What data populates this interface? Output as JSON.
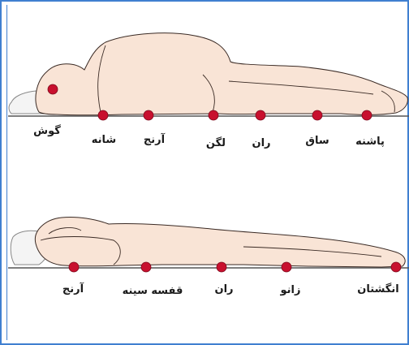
{
  "colors": {
    "frame": "#3f7fd0",
    "body_fill": "#f9e4d6",
    "body_stroke": "#3a2a24",
    "marker": "#c8102e",
    "surface_line": "#555555",
    "pillow_fill": "#f4f4f4",
    "pillow_stroke": "#888888"
  },
  "diagrams": [
    {
      "position": "side-lying",
      "labels": [
        "گوش",
        "شانه",
        "آرنج",
        "لگن",
        "ران",
        "ساق",
        "پاشنه"
      ]
    },
    {
      "position": "prone",
      "labels": [
        "آرنج",
        "قفسه سینه",
        "ران",
        "زانو",
        "انگشتان"
      ]
    }
  ]
}
